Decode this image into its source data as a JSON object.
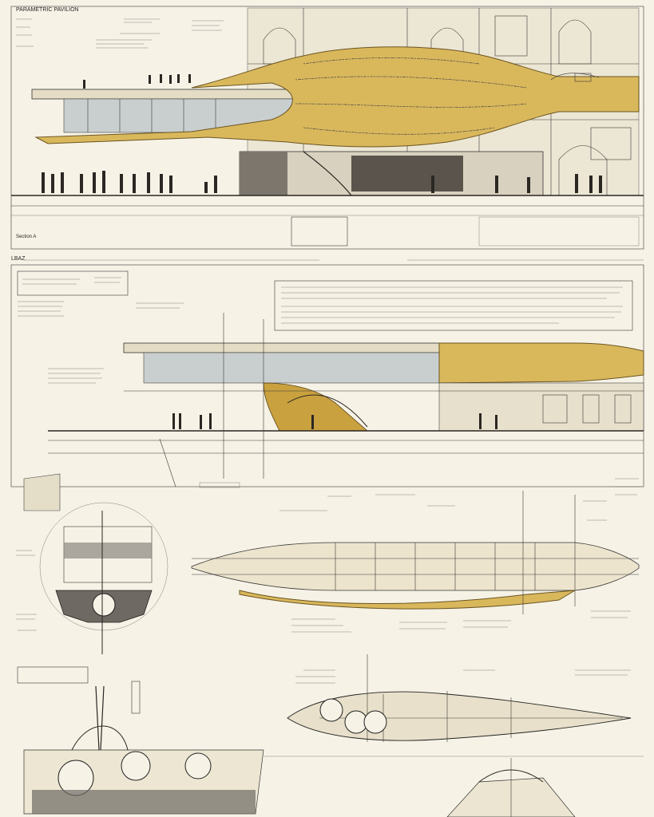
{
  "sheet": {
    "title_top": "PARAMETRIC PAVILION",
    "label_middle": "LBAZ",
    "label_small": "Section A",
    "colors": {
      "paper": "#f6f2e6",
      "ink": "#2a2622",
      "timber": "#d9b85c",
      "timber_shadow": "#c9a13f"
    }
  },
  "icons": [
    "figure-icon",
    "column-icon",
    "arch-icon"
  ]
}
